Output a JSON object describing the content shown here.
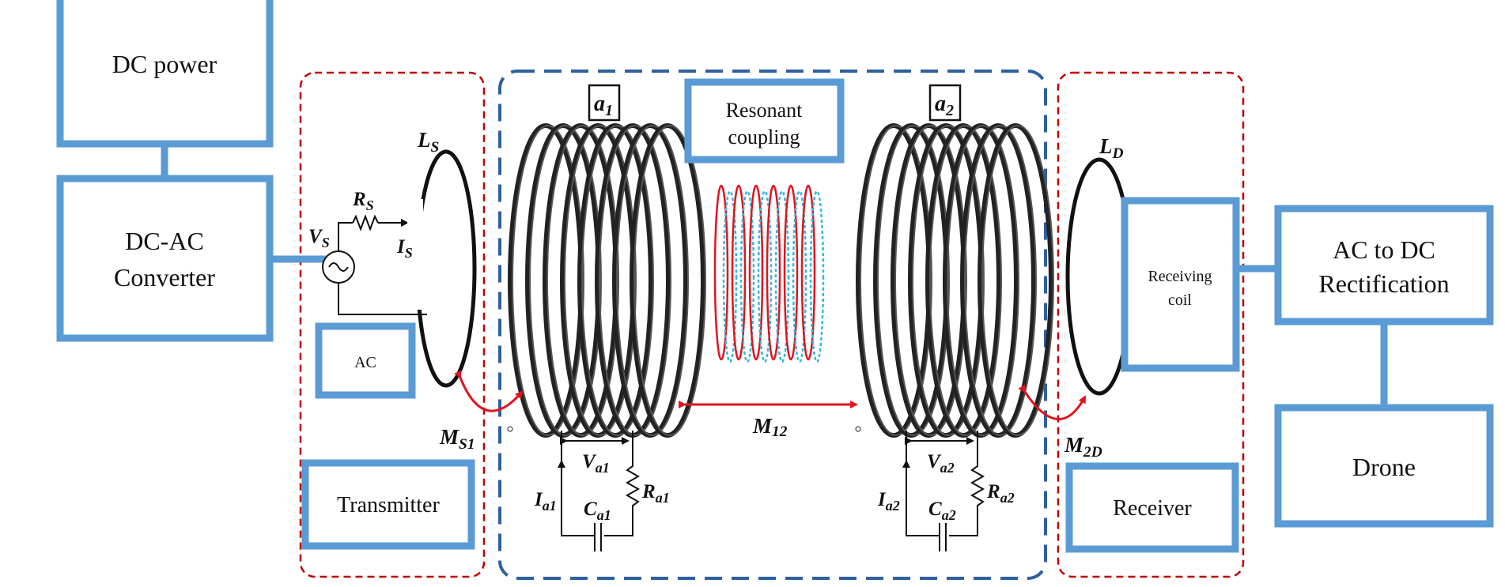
{
  "blocks": {
    "dc_power": "DC power",
    "dc_ac_line1": "DC-AC",
    "dc_ac_line2": "Converter",
    "ac": "AC",
    "transmitter": "Transmitter",
    "resonant_line1": "Resonant",
    "resonant_line2": "coupling",
    "receiving_line1": "Receiving",
    "receiving_line2": "coil",
    "receiver": "Receiver",
    "ac_dc_line1": "AC to DC",
    "ac_dc_line2": "Rectification",
    "drone": "Drone"
  },
  "symbols": {
    "a1": {
      "base": "a",
      "sub": "1"
    },
    "a2": {
      "base": "a",
      "sub": "2"
    },
    "LS": {
      "base": "L",
      "sub": "S"
    },
    "LD": {
      "base": "L",
      "sub": "D"
    },
    "RS": {
      "base": "R",
      "sub": "S"
    },
    "VS": {
      "base": "V",
      "sub": "S"
    },
    "IS": {
      "base": "I",
      "sub": "S"
    },
    "MS1": {
      "base": "M",
      "sub": "S1"
    },
    "M12": {
      "base": "M",
      "sub": "12"
    },
    "M2D": {
      "base": "M",
      "sub": "2D"
    },
    "Va1": {
      "base": "V",
      "sub": "a1"
    },
    "Ra1": {
      "base": "R",
      "sub": "a1"
    },
    "Ia1": {
      "base": "I",
      "sub": "a1"
    },
    "Ca1": {
      "base": "C",
      "sub": "a1"
    },
    "Va2": {
      "base": "V",
      "sub": "a2"
    },
    "Ra2": {
      "base": "R",
      "sub": "a2"
    },
    "Ia2": {
      "base": "I",
      "sub": "a2"
    },
    "Ca2": {
      "base": "C",
      "sub": "a2"
    }
  },
  "colors": {
    "block_border": "#5b9bd5",
    "red_dash": "#c00000",
    "blue_dash": "#2e5fa3",
    "coil": "#333333",
    "field_red": "#e0141e",
    "field_cyan": "#2fb8e0",
    "arrow_red": "#e0141e"
  }
}
